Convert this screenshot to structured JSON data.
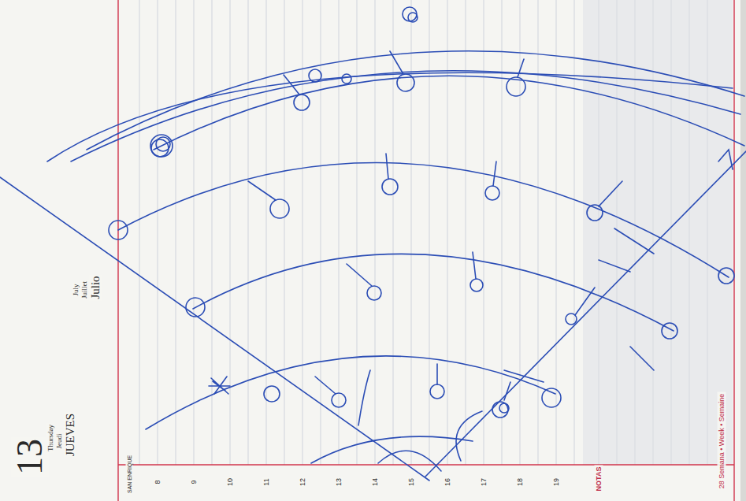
{
  "diagram": {
    "labels": [
      "13",
      "Thursday",
      "Jeudi",
      "JUEVES",
      "July",
      "Juillet",
      "Julio",
      "SAN ENRIQUE",
      "8",
      "9",
      "10",
      "11",
      "12",
      "13",
      "14",
      "15",
      "16",
      "17",
      "18",
      "19",
      "NOTAS",
      "28 Semana • Week • Semaine"
    ]
  }
}
